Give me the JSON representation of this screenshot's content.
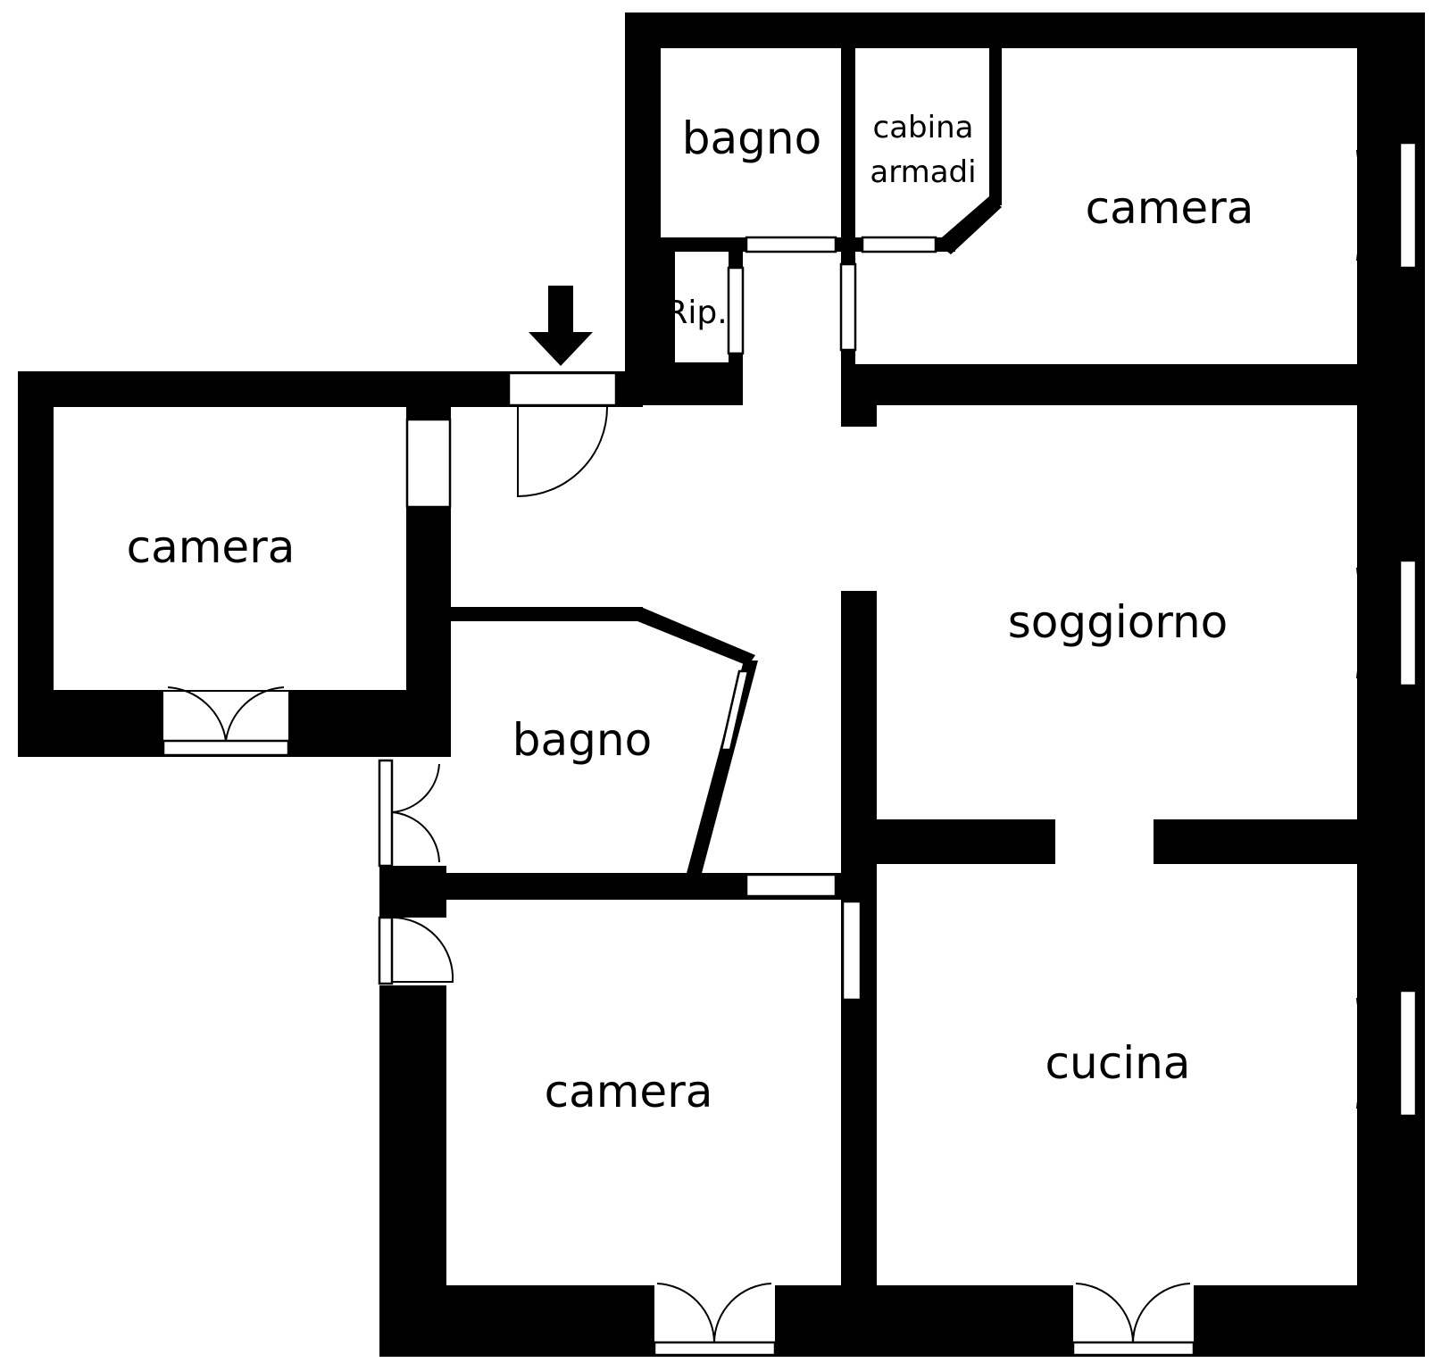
{
  "plan": {
    "rooms": [
      {
        "id": "bagno-top",
        "label": "bagno"
      },
      {
        "id": "cabina",
        "label": "cabina"
      },
      {
        "id": "cabina-2",
        "label": "armadi"
      },
      {
        "id": "camera-top-right",
        "label": "camera"
      },
      {
        "id": "rip",
        "label": "Rip."
      },
      {
        "id": "camera-left",
        "label": "camera"
      },
      {
        "id": "soggiorno",
        "label": "soggiorno"
      },
      {
        "id": "bagno-center",
        "label": "bagno"
      },
      {
        "id": "camera-bottom",
        "label": "camera"
      },
      {
        "id": "cucina",
        "label": "cucina"
      }
    ],
    "icons": {
      "entrance": "entrance-arrow-icon"
    },
    "colors": {
      "wall": "#000000",
      "floor": "#ffffff"
    }
  }
}
